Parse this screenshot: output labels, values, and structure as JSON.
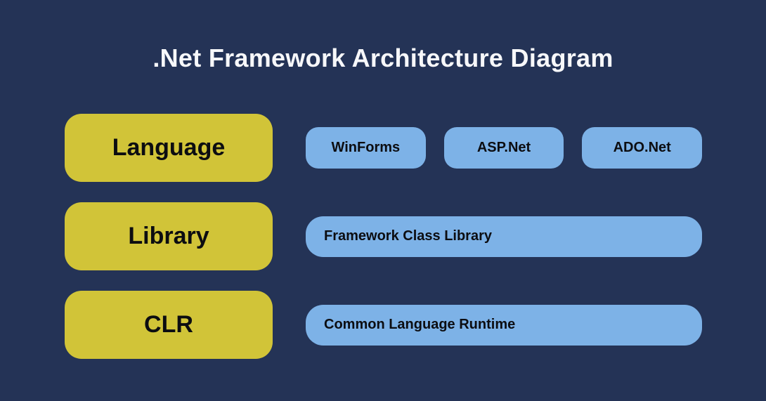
{
  "title": ".Net Framework Architecture Diagram",
  "colors": {
    "background": "#243356",
    "yellow": "#d1c438",
    "blue": "#7db2e7",
    "text_dark": "#0c0d11",
    "title_text": "#f7f8fa"
  },
  "rows": [
    {
      "label": "Language",
      "items": [
        "WinForms",
        "ASP.Net",
        "ADO.Net"
      ]
    },
    {
      "label": "Library",
      "items": [
        "Framework Class Library"
      ]
    },
    {
      "label": "CLR",
      "items": [
        "Common Language Runtime"
      ]
    }
  ]
}
